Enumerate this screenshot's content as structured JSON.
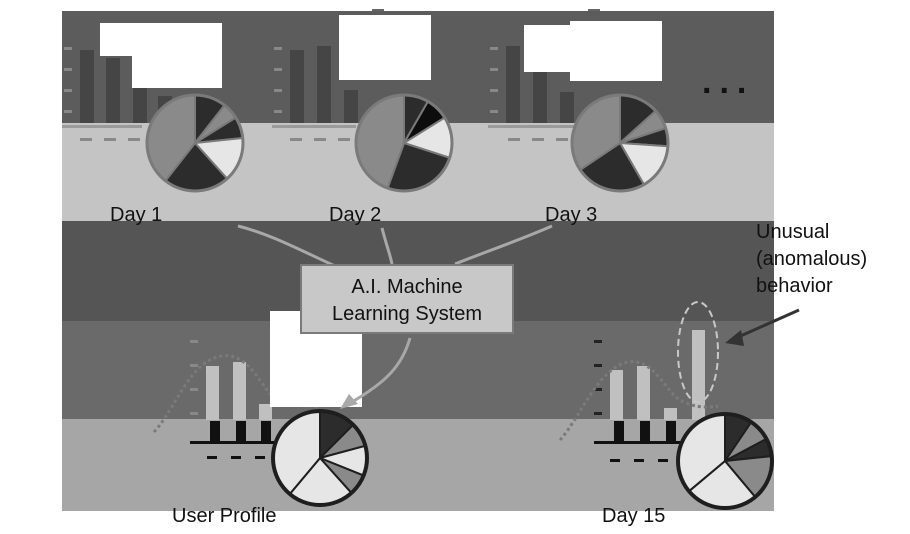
{
  "labels": {
    "day1": "Day 1",
    "day2": "Day 2",
    "day3": "Day 3",
    "ellipsis": "...",
    "unusual_line1": "Unusual",
    "unusual_line2": "(anomalous)",
    "unusual_line3": "behavior",
    "ml_line1": "A.I. Machine",
    "ml_line2": "Learning System",
    "user_profile": "User Profile",
    "day15": "Day 15"
  },
  "colors": {
    "band_dark": "#5c5c5c",
    "band_mid": "#6e6e6e",
    "band_light": "#c4c4c4",
    "pie_dark": "#2c2c2c",
    "pie_mid": "#8a8a8a",
    "pie_light": "#e6e6e6",
    "outline": "#7a7a7a"
  }
}
